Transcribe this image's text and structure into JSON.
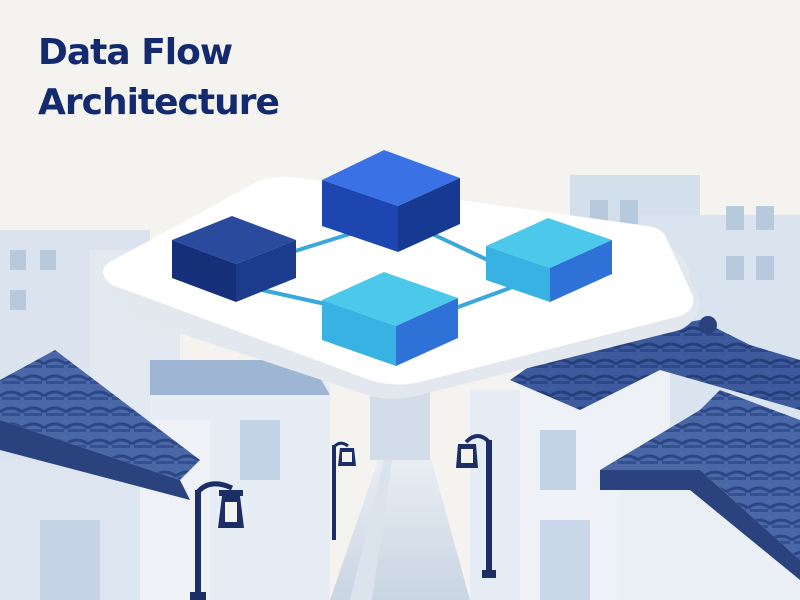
{
  "title": {
    "line1": "Data Flow",
    "line2": "Architecture"
  },
  "colors": {
    "background": "#f4f3ef",
    "title": "#132a6e",
    "navy": "#1b3a86",
    "royal_blue": "#2d5fd3",
    "sky_blue": "#3fbfe0",
    "connector": "#3aa8d8",
    "building_light": "#dfe8f2",
    "building_mid": "#c7d6e8",
    "roof": "#3f5d9a"
  },
  "diagram": {
    "nodes": [
      {
        "name": "node-left",
        "color": "navy"
      },
      {
        "name": "node-top",
        "color": "royal_blue"
      },
      {
        "name": "node-right",
        "color": "sky_blue"
      },
      {
        "name": "node-bottom",
        "color": "sky_blue"
      }
    ]
  },
  "icons": [
    "street-lamp-icon",
    "tiled-roof-icon"
  ]
}
